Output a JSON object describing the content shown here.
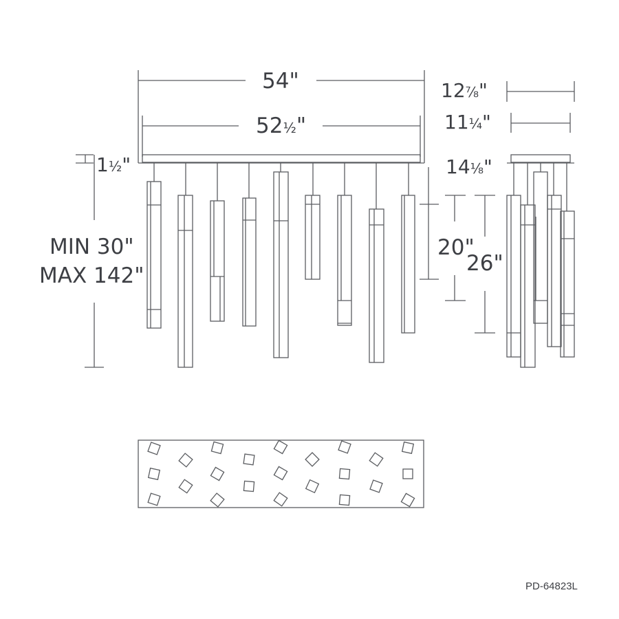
{
  "drawing": {
    "model_number": "PD-64823L",
    "line_color": "#5a5c60",
    "text_color": "#3d3f44",
    "front_view": {
      "overall_width": {
        "whole": "54",
        "frac": "",
        "unit": "\""
      },
      "canopy_width": {
        "whole": "52",
        "frac": "½",
        "unit": "\""
      },
      "canopy_height": {
        "whole": "1",
        "frac": "½",
        "unit": "\""
      },
      "overall_height_min": "MIN 30\"",
      "overall_height_max": "MAX 142\"",
      "pendant_length_short": "20\"",
      "pendant_length_long": "26\""
    },
    "side_view": {
      "overall_depth": {
        "whole": "12",
        "frac": "⅞",
        "unit": "\""
      },
      "canopy_depth": {
        "whole": "11",
        "frac": "¼",
        "unit": "\""
      },
      "canopy_label": {
        "whole": "14",
        "frac": "⅛",
        "unit": "\""
      }
    },
    "top_view": {
      "pendant_count": 27,
      "rows": 3,
      "columns": 9
    }
  }
}
